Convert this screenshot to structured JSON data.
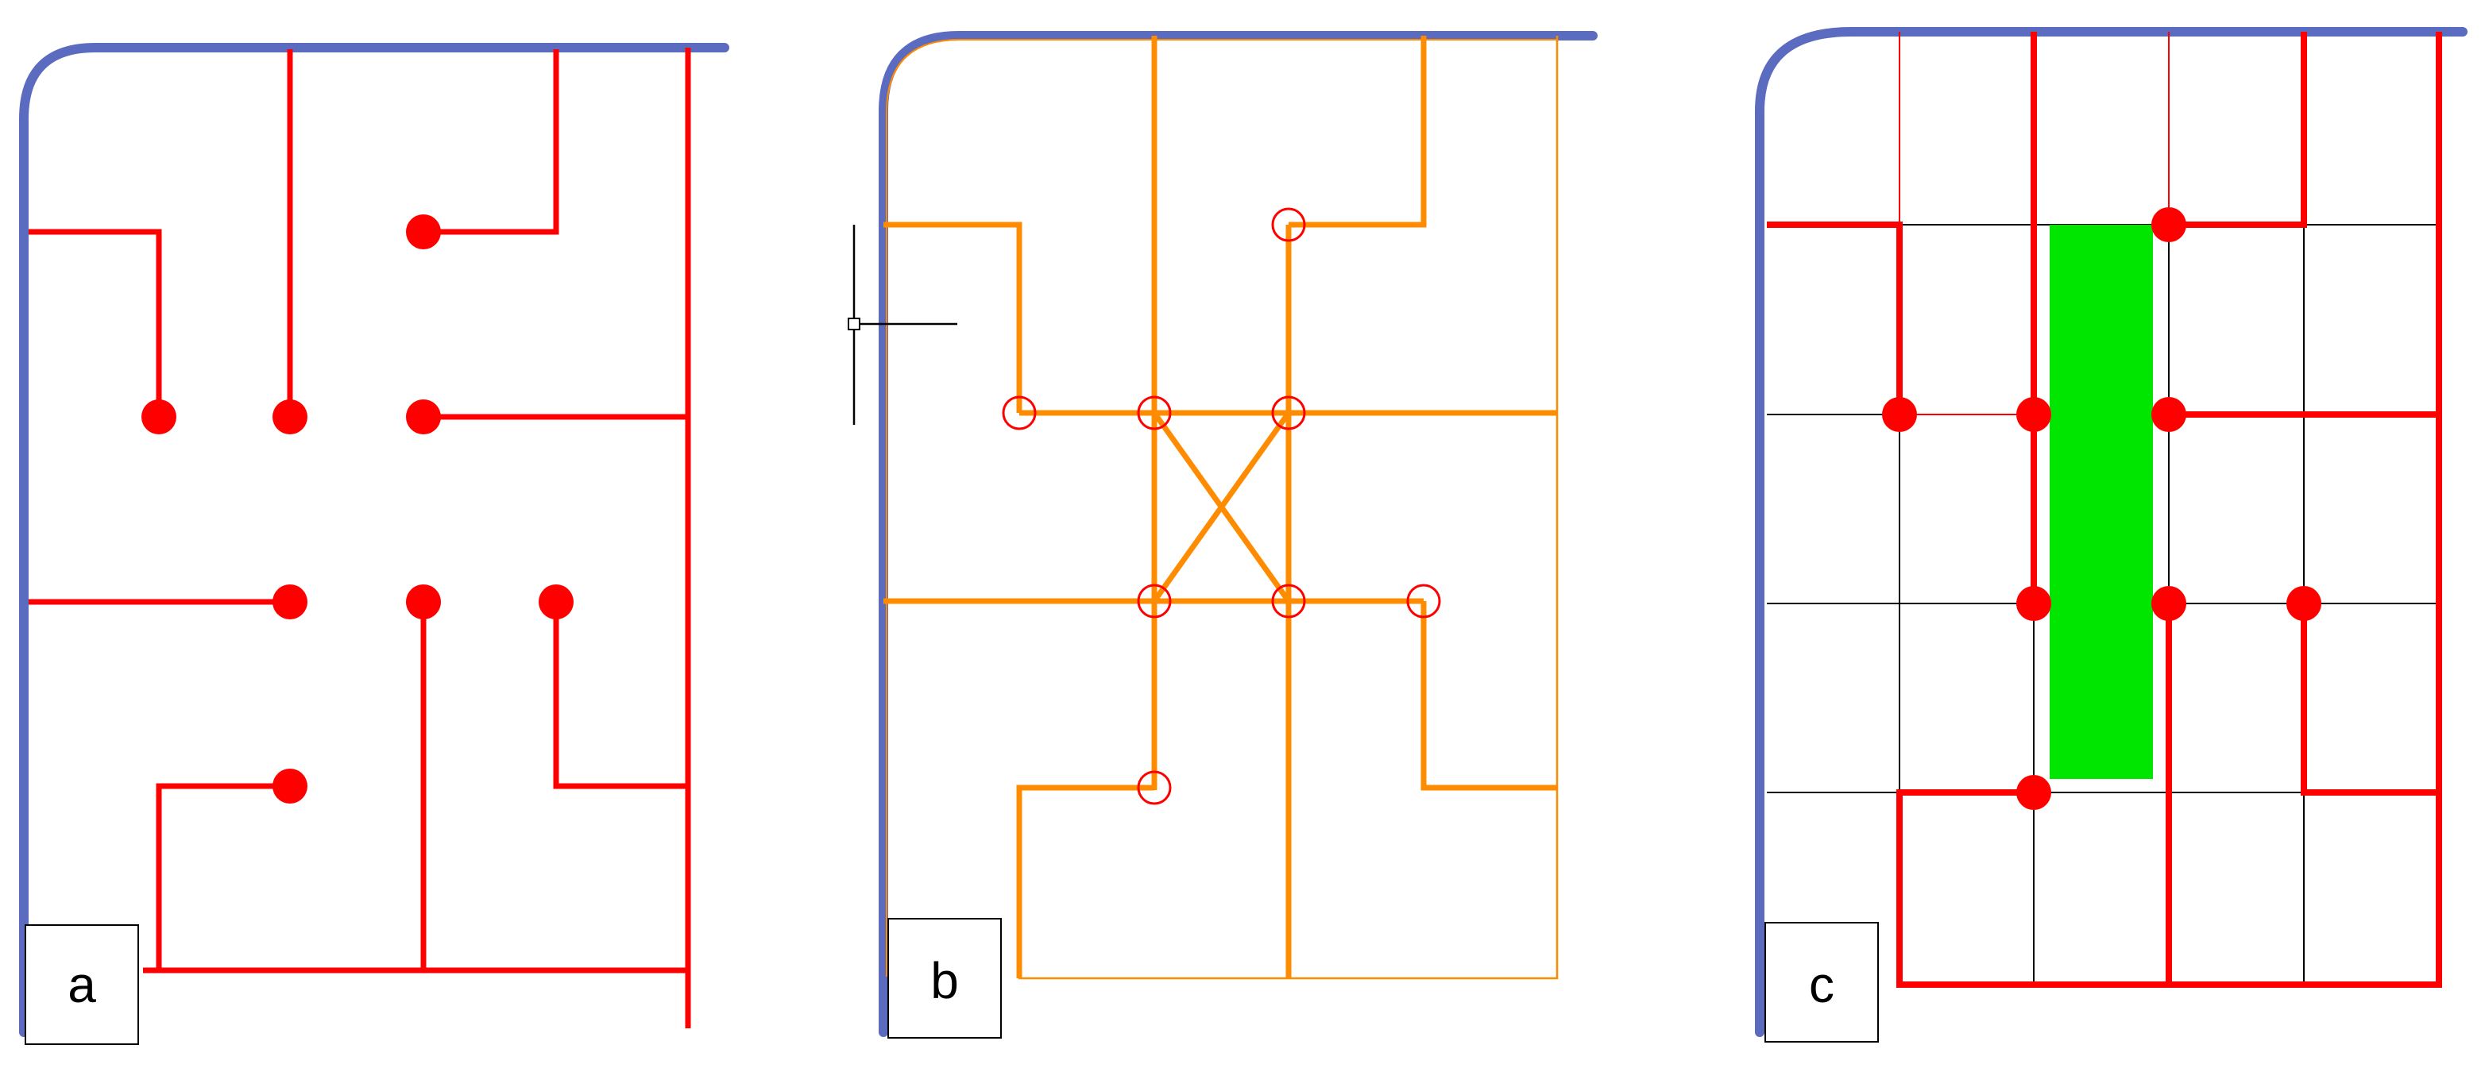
{
  "panels": [
    {
      "id": "a",
      "label": "a"
    },
    {
      "id": "b",
      "label": "b"
    },
    {
      "id": "c",
      "label": "c"
    }
  ],
  "colors": {
    "boundary": "#5B6BBF",
    "wiring": "#FF0000",
    "routing": "#FF8C00",
    "grid": "#000000",
    "highlight": "#00E600"
  }
}
